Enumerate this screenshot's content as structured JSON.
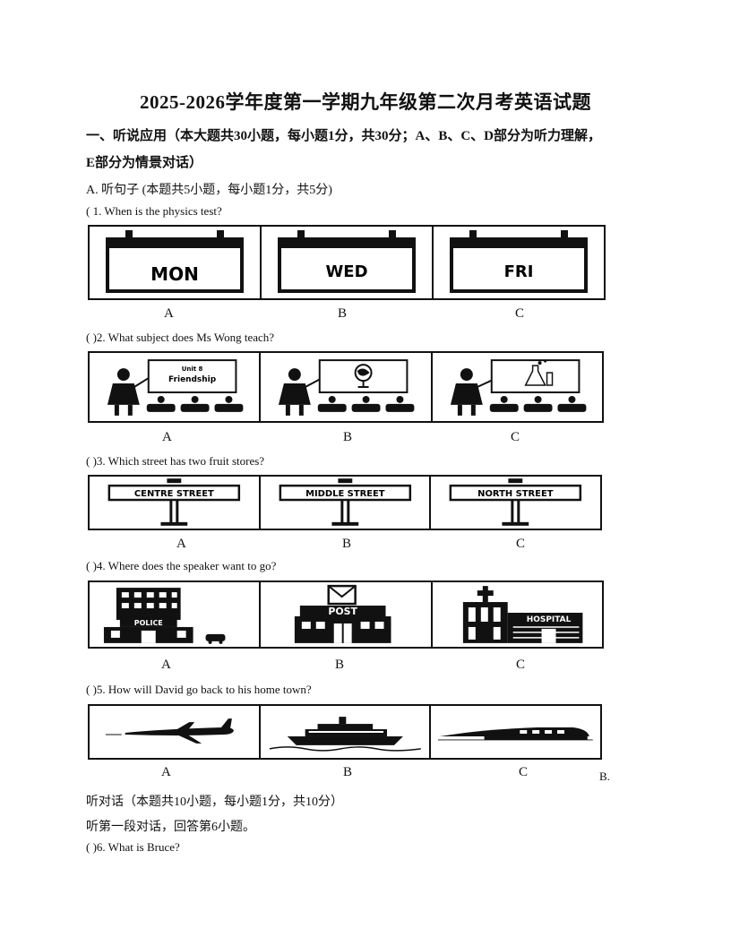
{
  "title": "2025-2026学年度第一学期九年级第二次月考英语试题",
  "section1": {
    "line1": "一、听说应用（本大题共30小题，每小题1分，共30分；A、B、C、D部分为听力理解，",
    "line2": "E部分为情景对话）"
  },
  "partA": {
    "heading": "A. 听句子 (本题共5小题，每小题1分，共5分)"
  },
  "questions": [
    {
      "text": "( 1. When is the physics test?",
      "options": [
        "A",
        "B",
        "C"
      ],
      "panels": [
        "MON",
        "WED",
        "FRI"
      ]
    },
    {
      "text": "(      )2. What subject does Ms Wong teach?",
      "options": [
        "A",
        "B",
        "C"
      ],
      "board_text": [
        "Unit 8",
        "Friendship"
      ]
    },
    {
      "text": "(      )3. Which street has two fruit stores?",
      "options": [
        "A",
        "B",
        "C"
      ],
      "panels": [
        "CENTRE STREET",
        "MIDDLE STREET",
        "NORTH STREET"
      ]
    },
    {
      "text": "(      )4. Where does the speaker want to go?",
      "options": [
        "A",
        "B",
        "C"
      ],
      "panels": [
        "POLICE",
        "POST",
        "HOSPITAL"
      ]
    },
    {
      "text": "(      )5. How will David go back to his home town?",
      "options": [
        "A",
        "B",
        "C"
      ]
    }
  ],
  "stray_b": "B.",
  "partB": {
    "heading": "听对话（本题共10小题，每小题1分，共10分）",
    "sub": "听第一段对话，回答第6小题。",
    "q6": "(      )6. What is Bruce?"
  }
}
